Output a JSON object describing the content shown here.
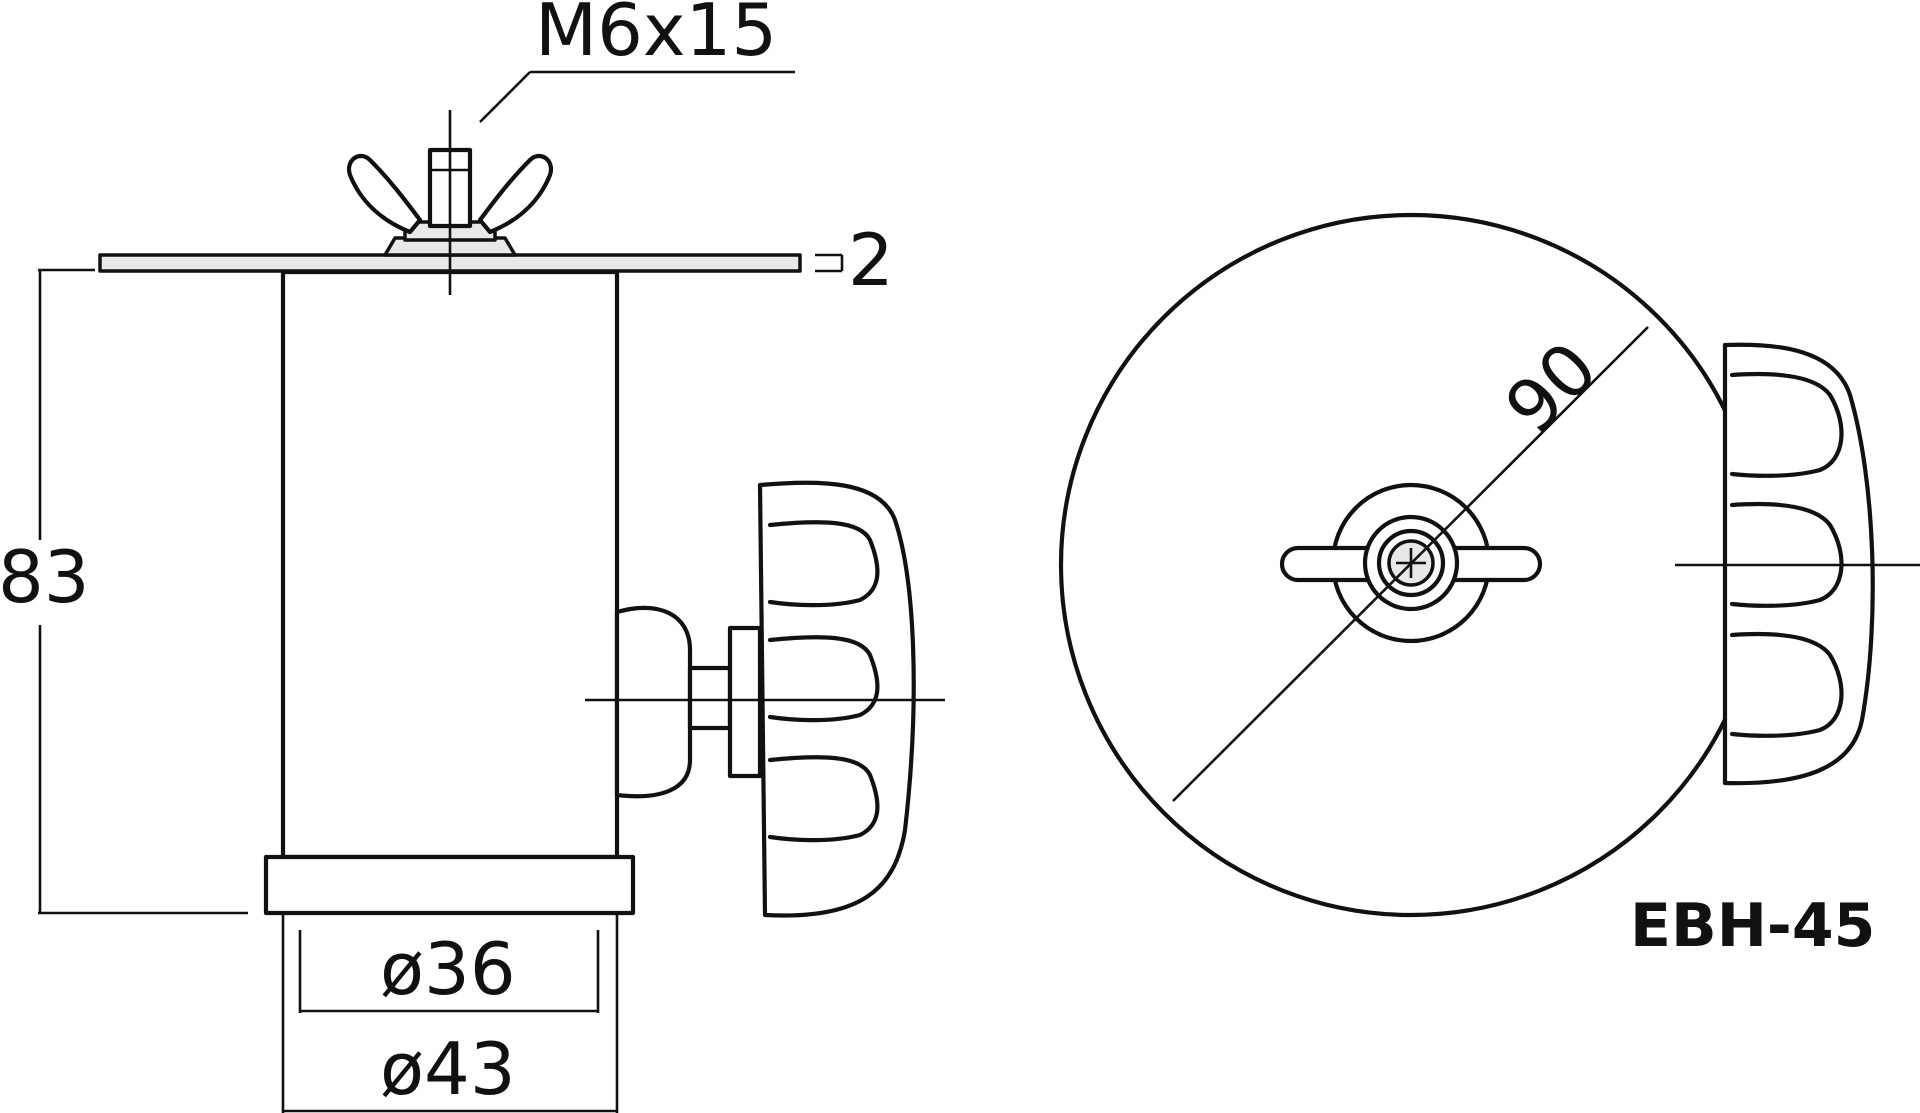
{
  "drawing": {
    "model": "EBH-45",
    "dimensions": {
      "screw": "M6x15",
      "plate_thickness": "2",
      "height": "83",
      "inner_diameter": "ø36",
      "outer_diameter": "ø43",
      "plate_diameter": "90"
    }
  }
}
